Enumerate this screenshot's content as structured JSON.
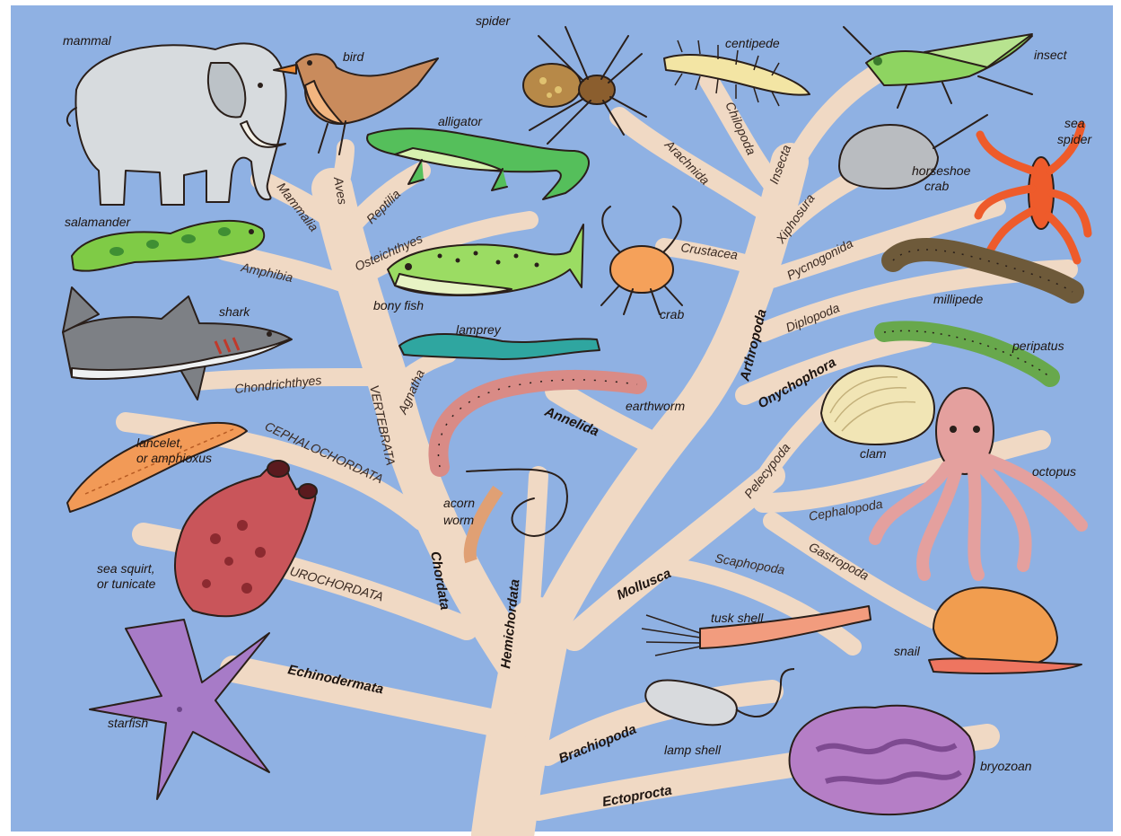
{
  "colors": {
    "background": "#8fb1e3",
    "frame": "#ffffff",
    "branch": "#f0d9c4",
    "outline": "#2a1f1a"
  },
  "clades": {
    "mammalia": "Mammalia",
    "aves": "Aves",
    "reptilia": "Reptilia",
    "amphibia": "Amphibia",
    "osteichthyes": "Osteichthyes",
    "chondrichthyes": "Chondrichthyes",
    "agnatha": "Agnatha",
    "vertebrata": "VERTEBRATA",
    "cephalochordata": "CEPHALOCHORDATA",
    "urochordata": "UROCHORDATA",
    "arachnida": "Arachnida",
    "chilopoda": "Chilopoda",
    "insecta": "Insecta",
    "xiphosura": "Xiphosura",
    "crustacea": "Crustacea",
    "pycnogonida": "Pycnogonida",
    "diplopoda": "Diplopoda",
    "pelecypoda": "Pelecypoda",
    "cephalopoda": "Cephalopoda",
    "gastropoda": "Gastropoda",
    "scaphopoda": "Scaphopoda"
  },
  "phyla": {
    "chordata": "Chordata",
    "hemichordata": "Hemichordata",
    "echinodermata": "Echinodermata",
    "annelida": "Annelida",
    "arthropoda": "Arthropoda",
    "onychophora": "Onychophora",
    "mollusca": "Mollusca",
    "brachiopoda": "Brachiopoda",
    "ectoprocta": "Ectoprocta"
  },
  "animals": {
    "mammal": "mammal",
    "bird": "bird",
    "alligator": "alligator",
    "salamander": "salamander",
    "bony_fish": "bony fish",
    "shark": "shark",
    "lamprey": "lamprey",
    "lancelet_line1": "lancelet,",
    "lancelet_line2": "or amphioxus",
    "sea_squirt_line1": "sea squirt,",
    "sea_squirt_line2": "or tunicate",
    "starfish": "starfish",
    "spider": "spider",
    "centipede": "centipede",
    "insect": "insect",
    "horseshoe_line1": "horseshoe",
    "horseshoe_line2": "crab",
    "sea_spider_line1": "sea",
    "sea_spider_line2": "spider",
    "crab": "crab",
    "millipede": "millipede",
    "peripatus": "peripatus",
    "earthworm": "earthworm",
    "acorn_worm_line1": "acorn",
    "acorn_worm_line2": "worm",
    "clam": "clam",
    "octopus": "octopus",
    "snail": "snail",
    "tusk_shell": "tusk shell",
    "lamp_shell": "lamp shell",
    "bryozoan": "bryozoan"
  }
}
